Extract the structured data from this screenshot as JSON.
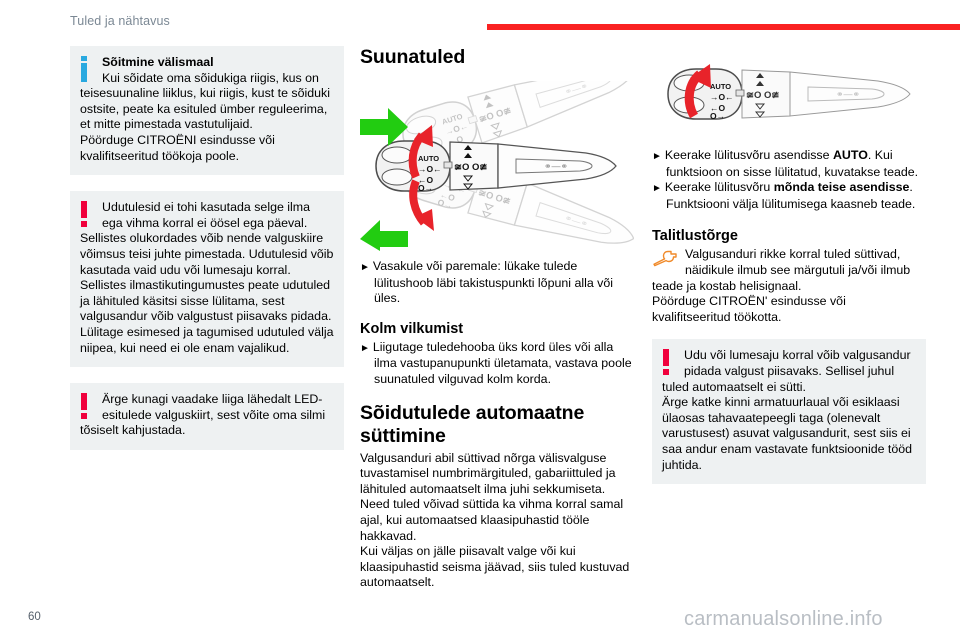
{
  "header": {
    "title": "Tuled ja nähtavus",
    "rule_color": "#fa2222"
  },
  "colors": {
    "info_icon": "#29a9e0",
    "warn_icon": "#f0003c",
    "wrench_icon": "#f08a2a",
    "arrow_green": "#22cc11",
    "arrow_red": "#e8232a",
    "box_background": "#eef1f2",
    "header_text": "#7b8894",
    "watermark": "#b9bec4"
  },
  "left_column": {
    "info_box": {
      "icon": "info-icon",
      "title": "Sõitmine välismaal",
      "paragraphs": [
        "Kui sõidate oma sõidukiga riigis, kus on teisesuunaline liiklus, kui riigis, kust te sõiduki ostsite, peate ka esituled ümber reguleerima, et mitte pimestada vastutulijaid.",
        "Pöörduge CITROËNI esindusse või kvalifitseeritud töökoja poole."
      ]
    },
    "warning_box_1": {
      "icon": "warning-icon",
      "paragraphs": [
        "Udutulesid ei tohi kasutada selge ilma ega vihma korral ei öösel ega päeval. Sellistes olukordades võib nende valguskiire võimsus teisi juhte pimestada. Udutulesid võib kasutada vaid udu või lumesaju korral. Sellistes ilmastikutingumustes peate udutuled ja lähituled käsitsi sisse lülitama, sest valgusandur võib valgustust piisavaks pidada. Lülitage esimesed ja tagumised udutuled välja niipea, kui need ei ole enam vajalikud."
      ]
    },
    "warning_box_2": {
      "icon": "warning-icon",
      "paragraphs": [
        "Ärge kunagi vaadake liiga lähedalt LED-esitulede valguskiirt, sest võite oma silmi tõsiselt kahjustada."
      ]
    }
  },
  "middle_column": {
    "heading": "Suunatuled",
    "figure": {
      "name": "lighting-stalk-turn-signal-diagram",
      "arrow_up_label": "right-turn-green-arrow",
      "arrow_down_label": "left-turn-green-arrow",
      "stalk_labels": [
        "AUTO",
        "fog-front",
        "fog-rear",
        "beam-symbols",
        "wiper-symbol"
      ]
    },
    "bullet_1": "Vasakule või paremale: lükake tulede lülitushoob läbi takistuspunkti lõpuni alla või üles.",
    "subheading_1": "Kolm vilkumist",
    "bullet_2": "Liigutage tuledehooba üks kord üles või alla ilma vastupanupunkti ületamata, vastava poole suunatuled vilguvad kolm korda.",
    "subheading_2": "Sõidutulede automaatne süttimine",
    "paragraphs": [
      "Valgusanduri abil süttivad nõrga välisvalguse tuvastamisel numbrimärgituled, gabariittuled ja lähituled automaatselt ilma juhi sekkumiseta.",
      "Need tuled võivad süttida ka vihma korral samal ajal, kui automaatsed klaasipuhastid tööle hakkavad.",
      "Kui väljas on jälle piisavalt valge või kui klaasipuhastid seisma jäävad, siis tuled kustuvad automaatselt."
    ]
  },
  "right_column": {
    "figure": {
      "name": "lighting-stalk-auto-position-diagram",
      "rotation_arrow_label": "rotate-ring-red-arrow",
      "stalk_labels": [
        "AUTO",
        "fog-front",
        "fog-rear",
        "beam-symbols",
        "wiper-symbol"
      ]
    },
    "bullet_1_parts": {
      "before": "Keerake lülitusvõru asendisse ",
      "bold": "AUTO",
      "after": ". Kui funktsioon on sisse lülitatud, kuvatakse teade."
    },
    "bullet_2_parts": {
      "before": "Keerake lülitusvõru ",
      "bold": "mõnda teise asendisse",
      "after": ". Funktsiooni välja lülitumisega kaasneb teade."
    },
    "subheading": "Talitlustõrge",
    "wrench_paragraphs": [
      "Valgusanduri rikke korral tuled süttivad, näidikule ilmub see märgutuli ja/või ilmub teade ja kostab helisignaal.",
      "Pöörduge CITROËN' esindusse või kvalifitseeritud töökotta."
    ],
    "warning_box": {
      "icon": "warning-icon",
      "paragraphs": [
        "Udu või lumesaju korral võib valgusandur pidada valgust piisavaks. Sellisel juhul tuled automaatselt ei sütti.",
        "Ärge katke kinni armatuurlaual või esiklaasi ülaosas tahavaatepeegli taga (olenevalt varustusest) asuvat valgusandurit, sest siis ei saa andur enam vastavate funktsioonide tööd juhtida."
      ]
    }
  },
  "footer": {
    "page_number": "60",
    "watermark": "carmanualsonline.info"
  }
}
